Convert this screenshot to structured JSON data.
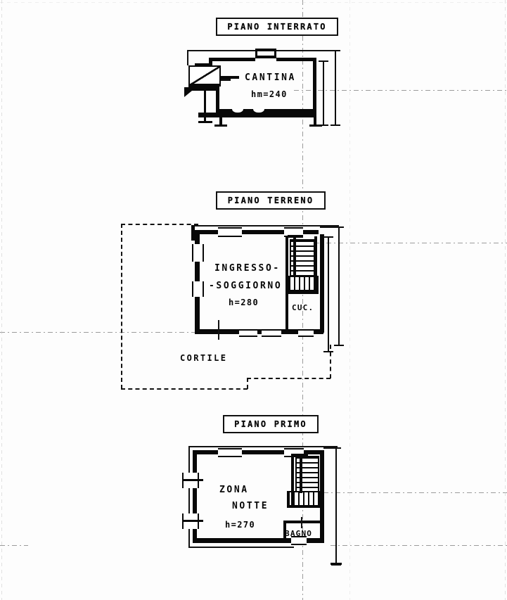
{
  "document": {
    "kind": "architectural-floor-plan",
    "language": "it",
    "background_color": "#fdfdfd",
    "ink_color": "#080808"
  },
  "floors": [
    {
      "id": "basement",
      "title": "PIANO INTERRATO",
      "rooms": [
        {
          "name": "CANTINA",
          "height_label": "hm=240"
        }
      ]
    },
    {
      "id": "ground",
      "title": "PIANO TERRENO",
      "rooms": [
        {
          "name_line1": "INGRESSO-",
          "name_line2": "-SOGGIORNO",
          "height_label": "h=280"
        },
        {
          "name": "CUC."
        },
        {
          "name": "CORTILE"
        }
      ]
    },
    {
      "id": "first",
      "title": "PIANO PRIMO",
      "rooms": [
        {
          "name_line1": "ZONA",
          "name_line2": "NOTTE",
          "height_label": "h=270"
        },
        {
          "name": "BAGNO"
        }
      ]
    }
  ]
}
